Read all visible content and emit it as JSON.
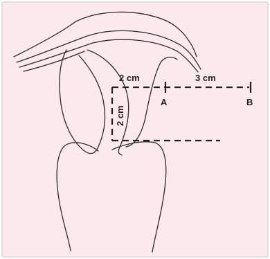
{
  "figure": {
    "background": "#fbe9ee",
    "border": "#d8d8d8",
    "labels": {
      "width_2cm": "2 cm",
      "height_2cm": "2 cm",
      "width_3cm": "3 cm",
      "point_a": "A",
      "point_b": "B"
    }
  }
}
